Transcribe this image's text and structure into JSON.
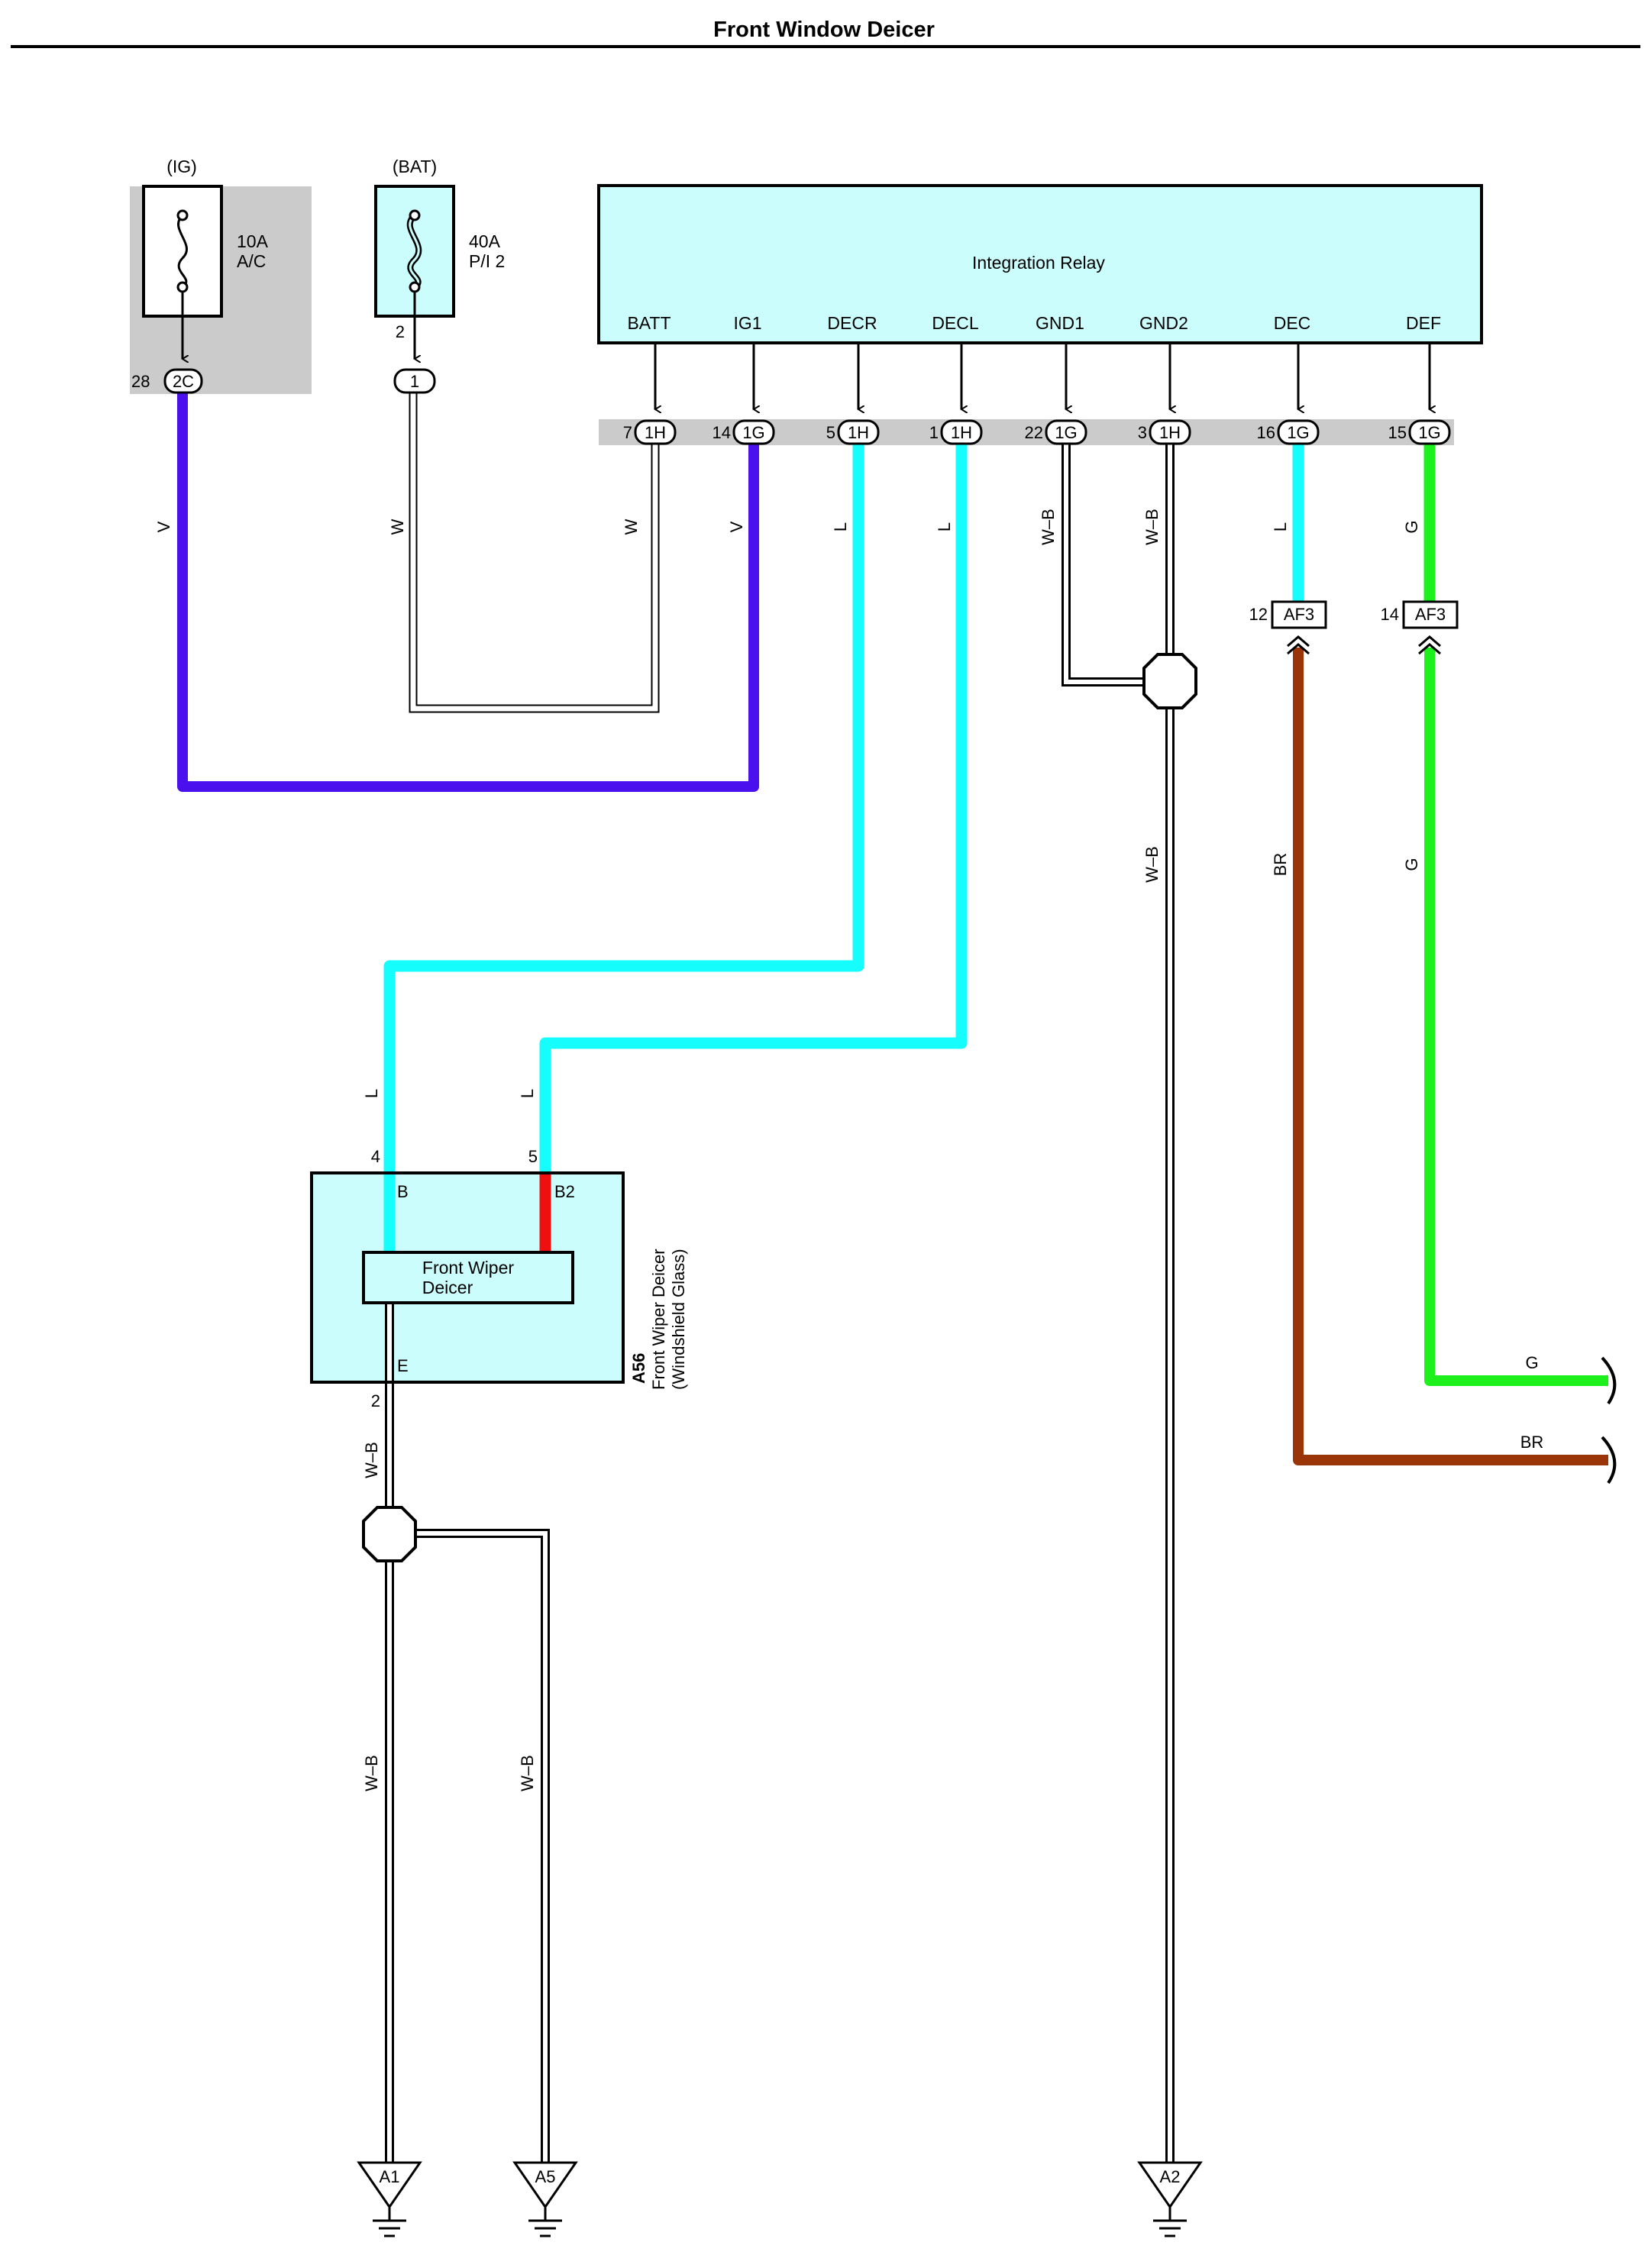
{
  "title": "Front Window Deicer",
  "colors": {
    "V": "#4b10ee",
    "L": "#16fdfd",
    "G": "#1df01d",
    "BR": "#9a3409",
    "R": "#ee1010",
    "box_fill": "#ccfdfd",
    "shade": "#cbcbcb"
  },
  "fuses": {
    "ig": {
      "tag": "(IG)",
      "rating": "10A",
      "name": "A/C",
      "conn_pin": "28",
      "conn": "2C"
    },
    "bat": {
      "tag": "(BAT)",
      "rating": "40A",
      "name": "P/I 2",
      "upper_pin": "2",
      "conn": "1"
    }
  },
  "relay": {
    "name": "Integration Relay",
    "terminals": [
      {
        "name": "BATT",
        "pin": "7",
        "conn": "1H"
      },
      {
        "name": "IG1",
        "pin": "14",
        "conn": "1G"
      },
      {
        "name": "DECR",
        "pin": "5",
        "conn": "1H"
      },
      {
        "name": "DECL",
        "pin": "1",
        "conn": "1H"
      },
      {
        "name": "GND1",
        "pin": "22",
        "conn": "1G"
      },
      {
        "name": "GND2",
        "pin": "3",
        "conn": "1H"
      },
      {
        "name": "DEC",
        "pin": "16",
        "conn": "1G"
      },
      {
        "name": "DEF",
        "pin": "15",
        "conn": "1G"
      }
    ]
  },
  "wires": {
    "v": "V",
    "w": "W",
    "l": "L",
    "wb": "W–B",
    "g": "G",
    "br": "BR",
    "r": "R"
  },
  "af3": [
    {
      "pin": "12",
      "conn": "AF3"
    },
    {
      "pin": "14",
      "conn": "AF3"
    }
  ],
  "deicer": {
    "inner": [
      "Front Wiper",
      "Deicer"
    ],
    "code": "A56",
    "caption": [
      "Front Wiper Deicer",
      "(Windshield Glass)"
    ],
    "pin_b": "4",
    "term_b": "B",
    "pin_b2": "5",
    "term_b2": "B2",
    "pin_e": "2",
    "term_e": "E"
  },
  "grounds": [
    "A1",
    "A5",
    "A2"
  ]
}
